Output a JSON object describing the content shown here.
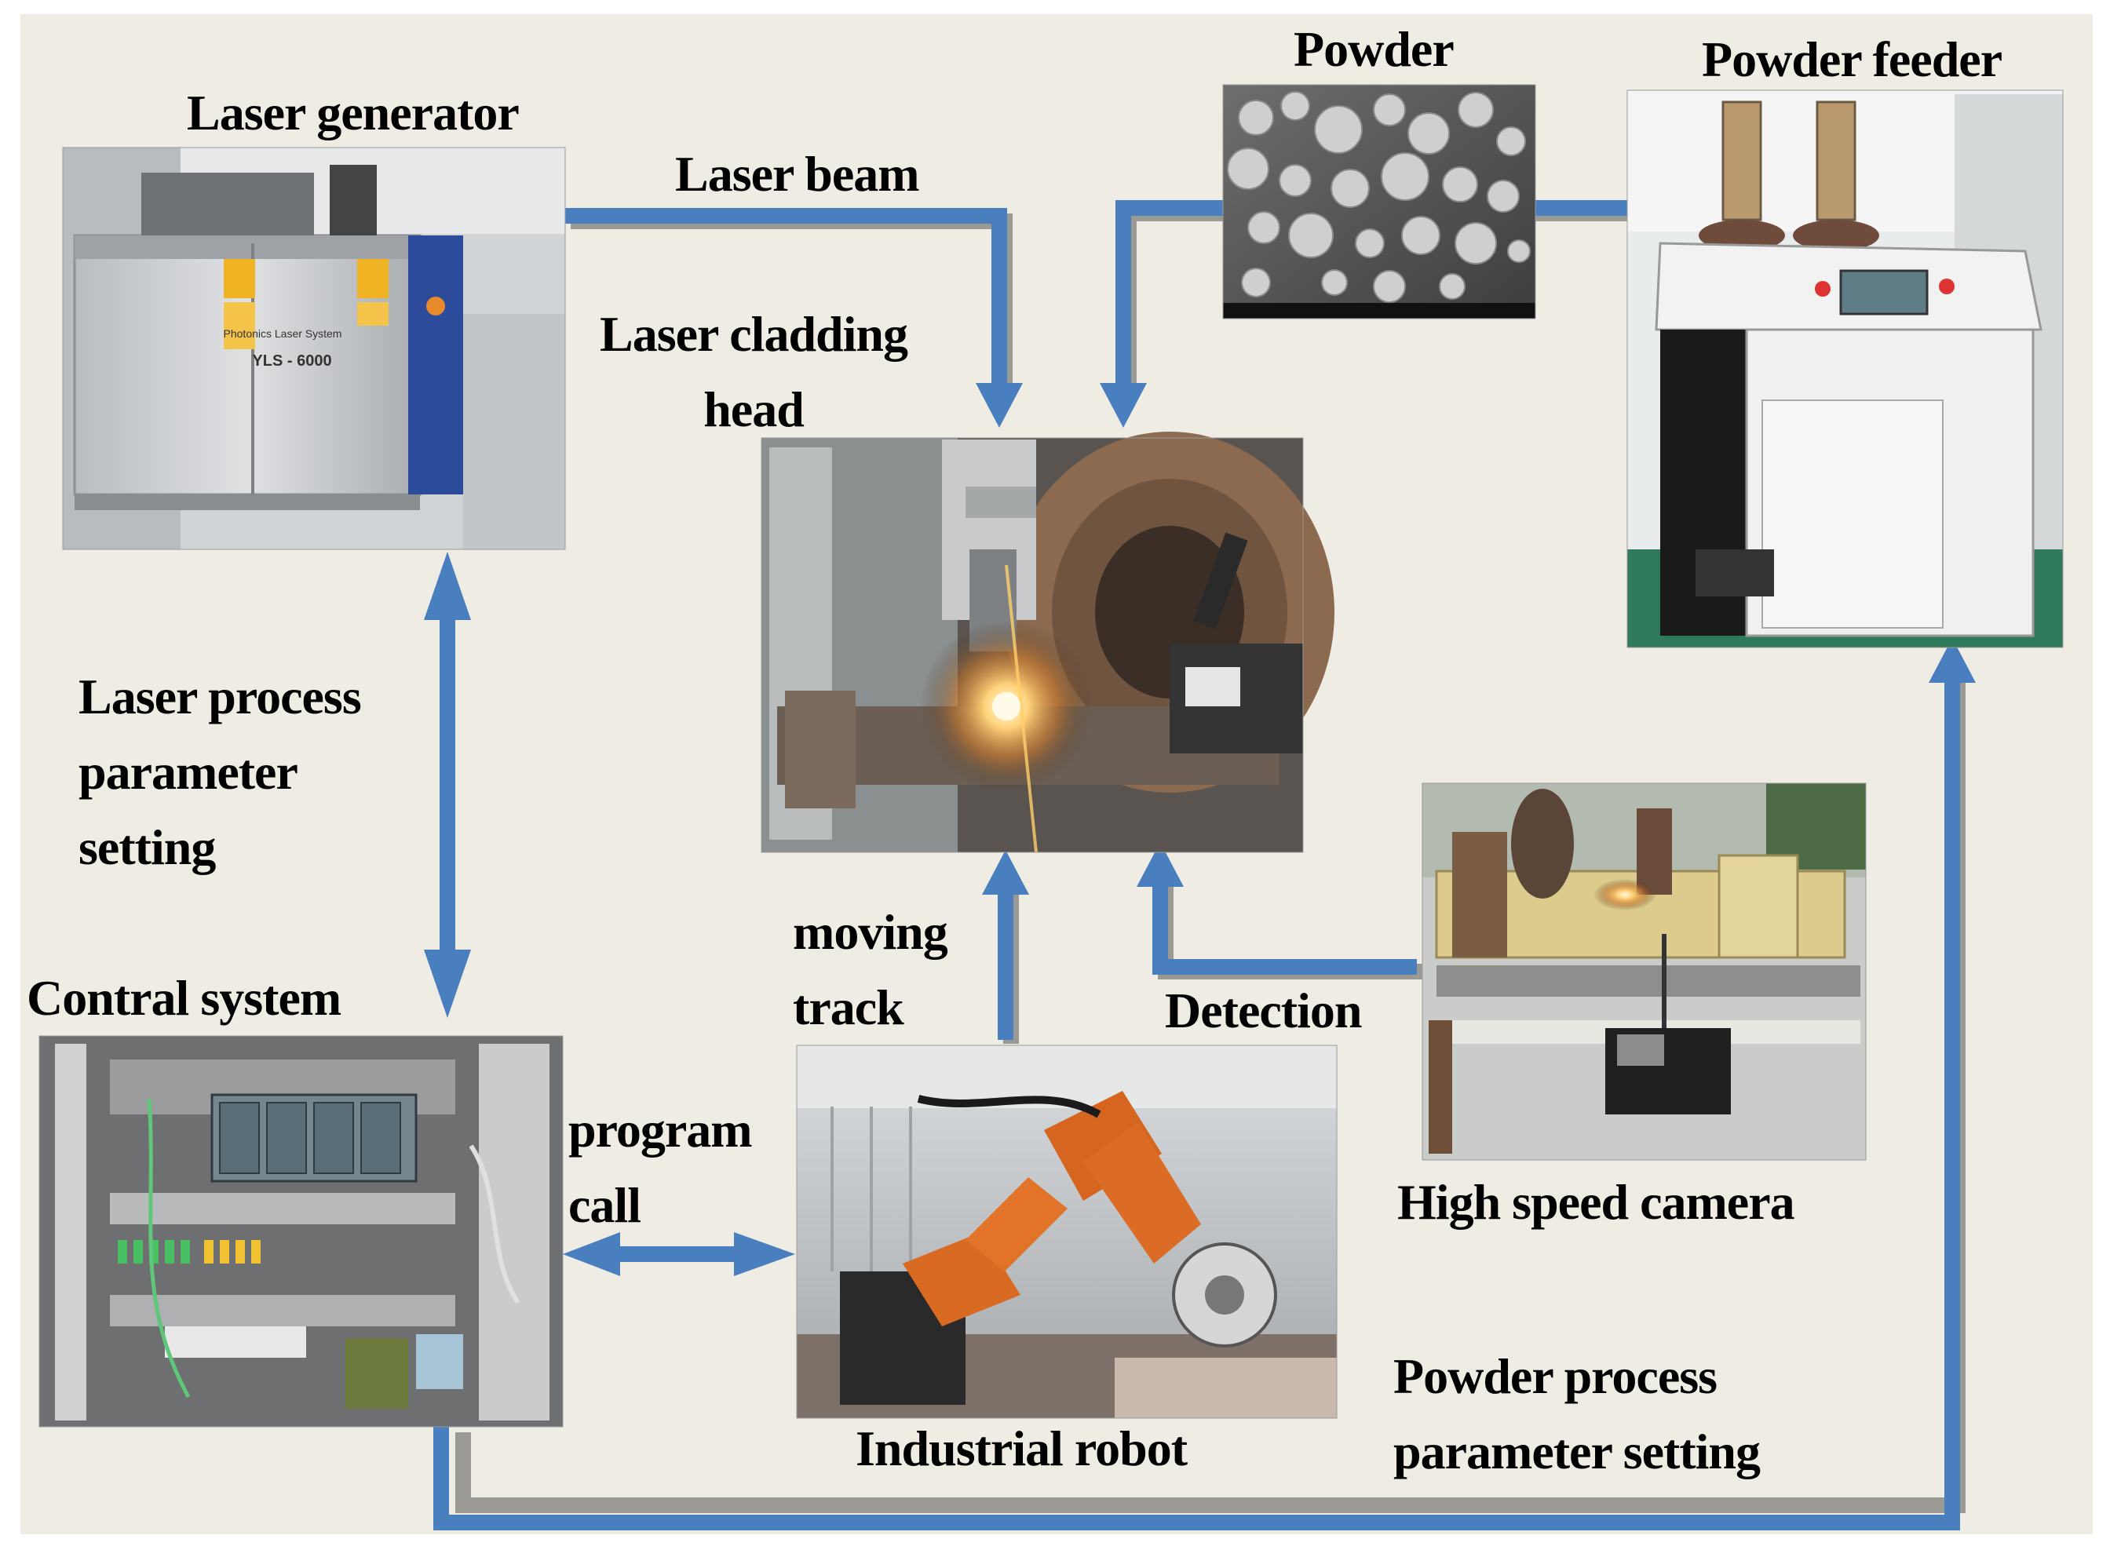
{
  "diagram": {
    "nodes": {
      "laser_generator": {
        "label": "Laser generator",
        "photo_text": [
          "Photonics Laser System",
          "YLS - 6000"
        ]
      },
      "powder": {
        "label": "Powder"
      },
      "powder_feeder": {
        "label": "Powder feeder"
      },
      "cladding_head": {
        "label": "Laser cladding\nhead"
      },
      "control_system": {
        "label": "Contral system"
      },
      "industrial_robot": {
        "label": "Industrial robot"
      },
      "high_speed_camera": {
        "label": "High speed camera"
      }
    },
    "edges": {
      "laser_beam": "Laser beam",
      "laser_process": "Laser process\nparameter\n setting",
      "moving_track": "moving\ntrack",
      "detection": "Detection",
      "program_call": "program\ncall",
      "powder_process": "Powder process\nparameter setting"
    },
    "colors": {
      "arrow": "#4a7fbf",
      "background": "#efece4"
    }
  }
}
